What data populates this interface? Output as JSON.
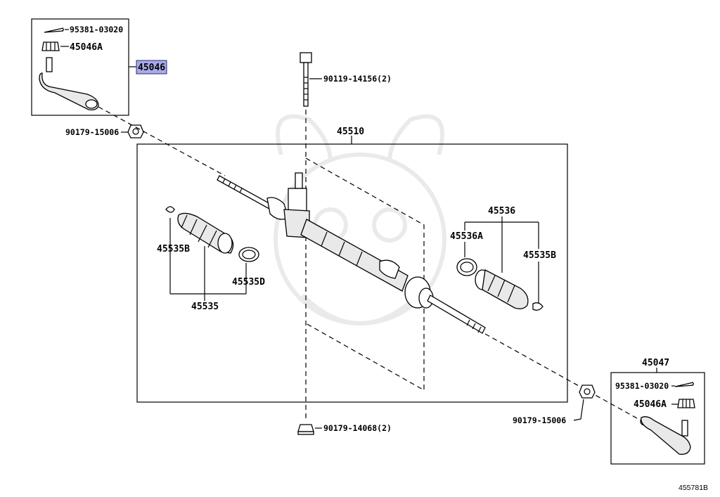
{
  "labels": {
    "cotter_pin_left": "95381-03020",
    "nut_left": "45046A",
    "tie_rod_end_left": "45046",
    "bolt_top": "90119-14156(2)",
    "nut_left_lower": "90179-15006",
    "gear_assembly": "45510",
    "boot_set_right": "45536",
    "clamp_right_a": "45536A",
    "clamp_right_b": "45535B",
    "clamp_left_b": "45535B",
    "clamp_left_d": "45535D",
    "boot_set_left": "45535",
    "tie_rod_end_right": "45047",
    "cotter_pin_right": "95381-03020",
    "nut_right": "45046A",
    "nut_right_lower": "90179-15006",
    "nut_bottom": "90179-14068(2)",
    "diagram_ref": "455781B"
  },
  "colors": {
    "highlight_fill": "#a9a9ea",
    "highlight_border": "#2b2b7a",
    "line": "#000000",
    "background": "#ffffff"
  }
}
